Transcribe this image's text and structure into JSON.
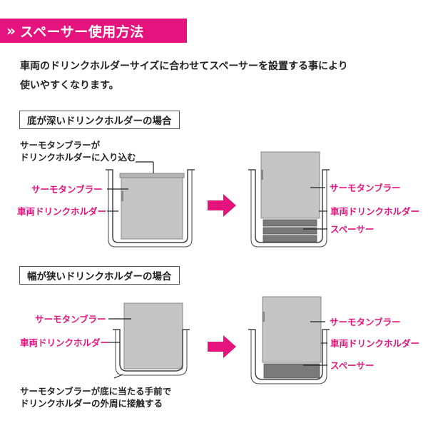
{
  "header": {
    "chevron": "»",
    "title": "スペーサー使用方法"
  },
  "intro": {
    "line1": "車両のドリンクホルダーサイズに合わせてスペーサーを設置する事により",
    "line2": "使いやすくなります。"
  },
  "section1": {
    "title": "底が深いドリンクホルダーの場合",
    "note_line1": "サーモタンブラーが",
    "note_line2": "ドリンクホルダーに入り込む",
    "left_tumbler_label": "サーモタンブラー",
    "left_holder_label": "車両ドリンクホルダー",
    "right_tumbler_label": "サーモタンブラー",
    "right_holder_label": "車両ドリンクホルダー",
    "right_spacer_label": "スペーサー"
  },
  "section2": {
    "title": "幅が狭いドリンクホルダーの場合",
    "left_tumbler_label": "サーモタンブラー",
    "left_holder_label": "車両ドリンクホルダー",
    "note_line1": "サーモタンブラーが底に当たる手前で",
    "note_line2": "ドリンクホルダーの外周に接触する",
    "right_tumbler_label": "サーモタンブラー",
    "right_holder_label": "車両ドリンクホルダー",
    "right_spacer_label": "スペーサー"
  },
  "colors": {
    "accent": "#e4137d",
    "tumbler": "#c4c4c4",
    "spacer": "#7a7a7a",
    "holder_line": "#444444"
  }
}
